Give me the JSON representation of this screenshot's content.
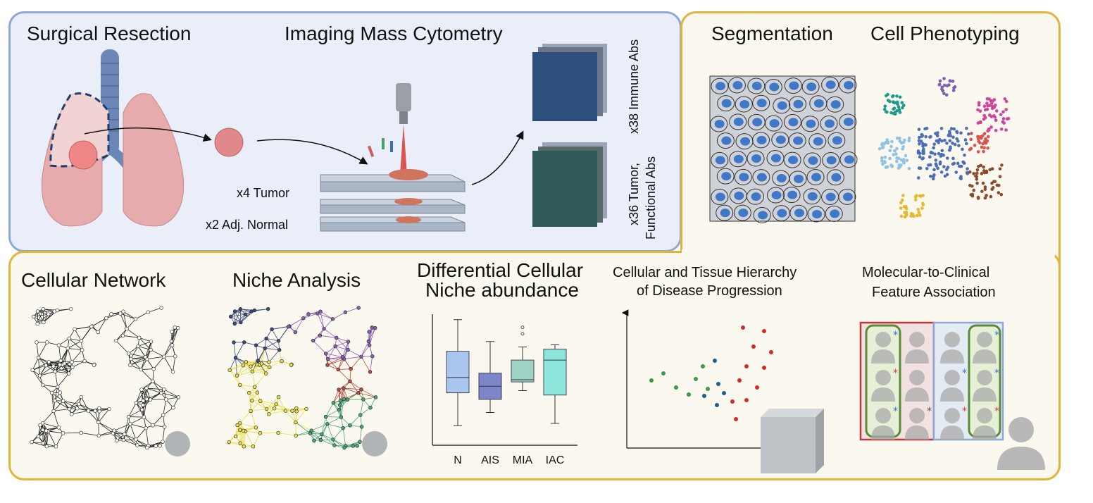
{
  "panels": {
    "imaging": {
      "surgical_title": "Surgical Resection",
      "imc_title": "Imaging Mass Cytometry",
      "tumor_label": "x4 Tumor",
      "normal_label": "x2 Adj. Normal",
      "abs_line1": "x38 Immune Abs",
      "abs_line2": "x36 Tumor,",
      "abs_line3": "Functional Abs"
    },
    "segmentation": {
      "title": "Segmentation"
    },
    "phenotyping": {
      "title": "Cell Phenotyping"
    },
    "network": {
      "title": "Cellular Network"
    },
    "niche": {
      "title": "Niche Analysis"
    },
    "differential": {
      "title_line1": "Differential Cellular",
      "title_line2": "Niche abundance"
    },
    "hierarchy": {
      "title_line1": "Cellular and Tissue Hierarchy",
      "title_line2": "of Disease Progression"
    },
    "association": {
      "title_line1": "Molecular-to-Clinical",
      "title_line2": "Feature Association"
    }
  },
  "chart_data": {
    "type": "box",
    "categories": [
      "N",
      "AIS",
      "MIA",
      "IAC"
    ],
    "colors": [
      "#a9c7ee",
      "#7d86c8",
      "#9fd3c6",
      "#8fe6dc"
    ],
    "boxes": [
      {
        "min": 1.8,
        "q1": 4.8,
        "median": 6.2,
        "q3": 8.6,
        "max": 11.5
      },
      {
        "min": 3.0,
        "q1": 4.2,
        "median": 5.4,
        "q3": 6.6,
        "max": 9.5
      },
      {
        "min": 5.0,
        "q1": 5.8,
        "median": 6.0,
        "q3": 7.8,
        "max": 9.0,
        "outliers": [
          10.2,
          10.8
        ]
      },
      {
        "min": 2.0,
        "q1": 4.6,
        "median": 7.8,
        "q3": 8.8,
        "max": 9.2
      }
    ],
    "ylim": [
      0,
      12
    ]
  },
  "colors": {
    "blue_border": "#8fa9d6",
    "gold_border": "#e0b53a",
    "lung": "#e7aaad",
    "trachea": "#6b86b7",
    "tumor": "#f08787"
  }
}
